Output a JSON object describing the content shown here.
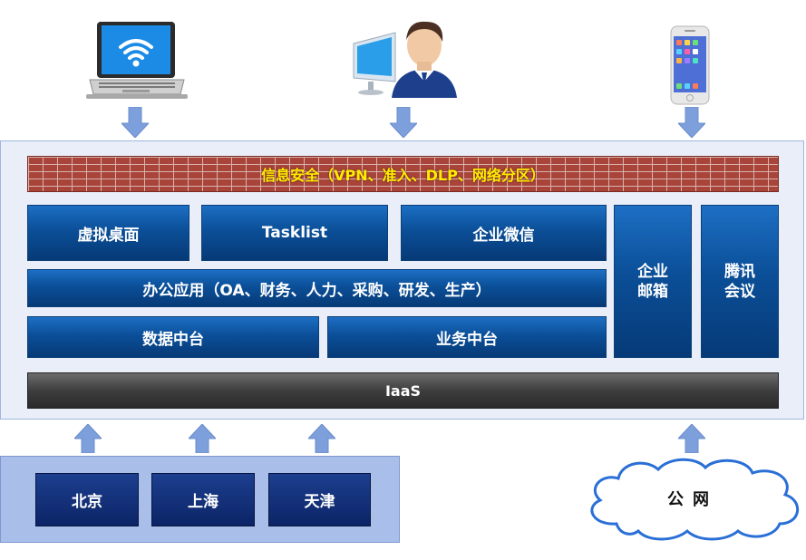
{
  "security": {
    "label": "信息安全（VPN、准入、DLP、网络分区）"
  },
  "apps": {
    "virtual_desktop": "虚拟桌面",
    "tasklist": "Tasklist",
    "wechat_work": "企业微信",
    "office": "办公应用（OA、财务、人力、采购、研发、生产）",
    "data_platform": "数据中台",
    "business_platform": "业务中台",
    "mail": "企业\n邮箱",
    "meeting": "腾讯\n会议"
  },
  "infra": {
    "iaas": "IaaS"
  },
  "regions": {
    "beijing": "北京",
    "shanghai": "上海",
    "tianjin": "天津"
  },
  "public_network": {
    "label": "公网"
  },
  "colors": {
    "arrow": "#7d9fdb",
    "brick": "#a8443a",
    "security_text": "#ffee00"
  }
}
